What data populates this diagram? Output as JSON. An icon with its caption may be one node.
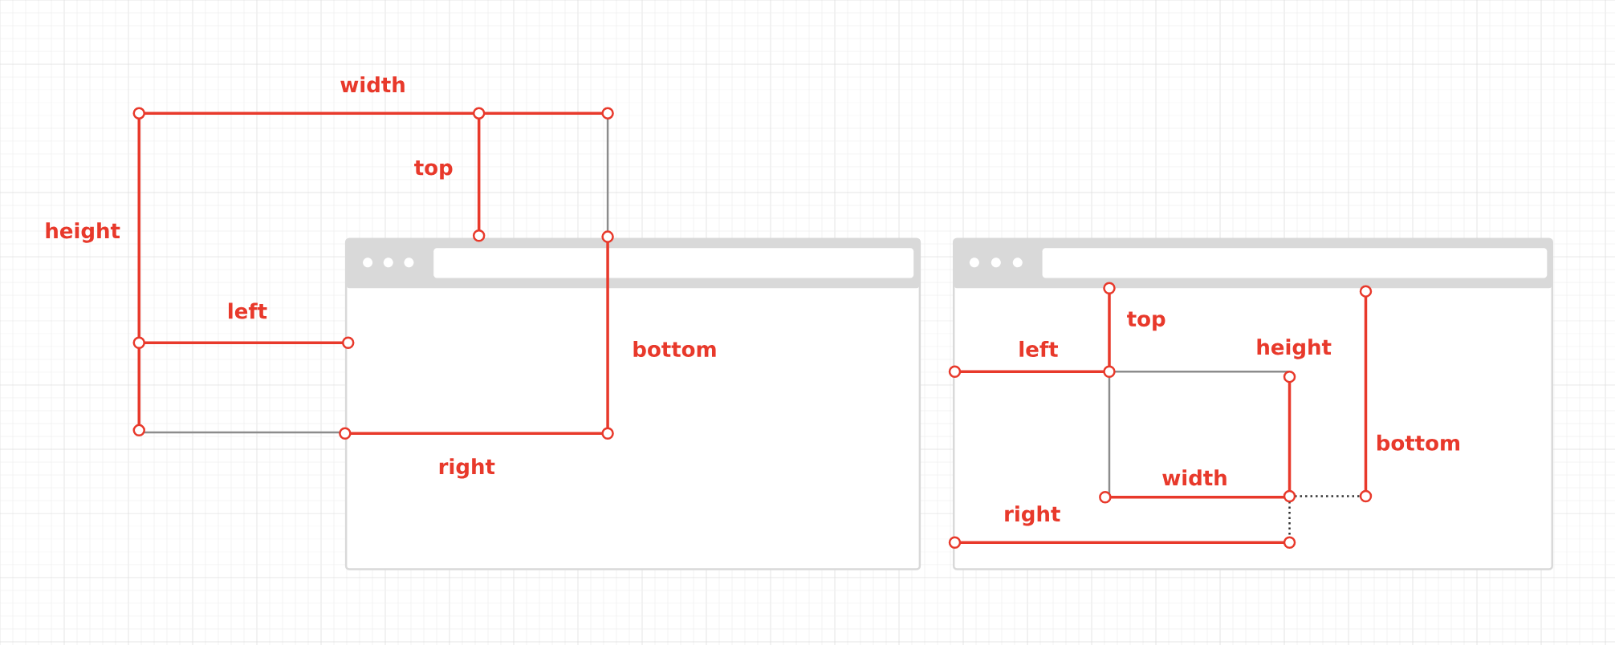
{
  "diagram": {
    "labels": [
      "width",
      "top",
      "height",
      "left",
      "bottom",
      "right",
      "top",
      "left",
      "height",
      "bottom",
      "width",
      "right"
    ]
  }
}
